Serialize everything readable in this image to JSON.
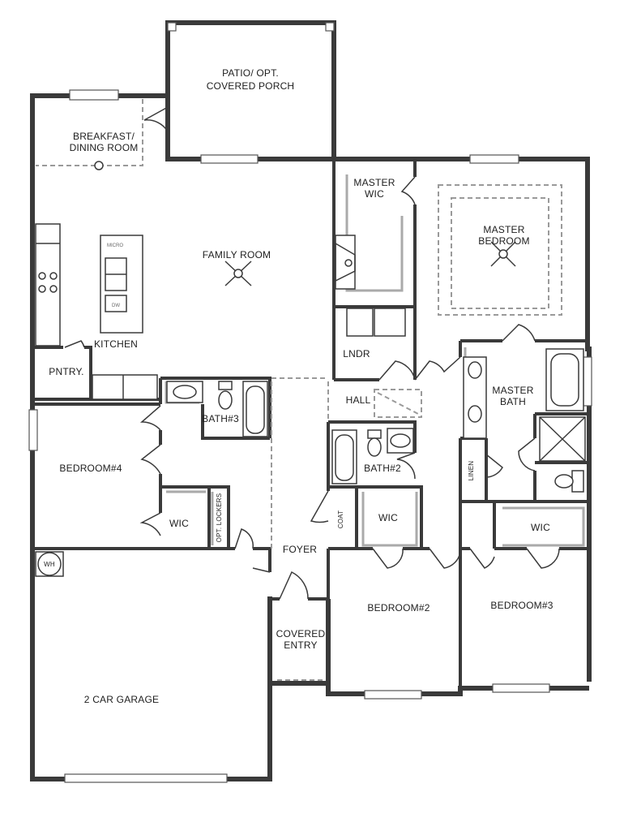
{
  "rooms": {
    "patio": [
      "PATIO/ OPT.",
      "COVERED PORCH"
    ],
    "breakfast": [
      "BREAKFAST/",
      "DINING ROOM"
    ],
    "family_room": "FAMILY ROOM",
    "kitchen": "KITCHEN",
    "pantry": "PNTRY.",
    "master_wic": [
      "MASTER",
      "WIC"
    ],
    "master_bedroom": [
      "MASTER",
      "BEDROOM"
    ],
    "laundry": "LNDR",
    "hall": "HALL",
    "master_bath": [
      "MASTER",
      "BATH"
    ],
    "linen": "LINEN",
    "bath3": "BATH#3",
    "bath2": "BATH#2",
    "bedroom4": "BEDROOM#4",
    "wic_bed4": "WIC",
    "lockers": "OPT. LOCKERS",
    "coat": "COAT",
    "wic_bed2": "WIC",
    "wic_bed3": "WIC",
    "foyer": "FOYER",
    "covered_entry": [
      "COVERED",
      "ENTRY"
    ],
    "bedroom2": "BEDROOM#2",
    "bedroom3": "BEDROOM#3",
    "garage": "2 CAR GARAGE",
    "water_heater": "WH"
  },
  "appliances": {
    "micro": "MICRO",
    "dw": "DW"
  }
}
